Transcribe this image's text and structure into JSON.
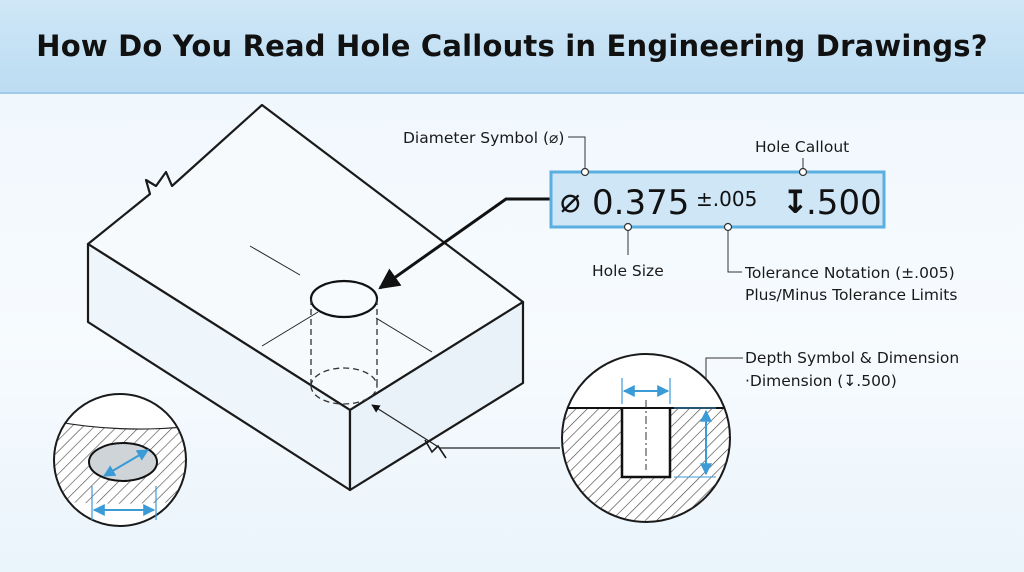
{
  "title": "How Do You Read Hole Callouts in Engineering Drawings?",
  "callout": {
    "diameter_symbol": "⌀",
    "size": "0.375",
    "tolerance": "±.005",
    "depth_symbol": "↧",
    "depth": ".500"
  },
  "labels": {
    "diameter_symbol": "Diameter Symbol (⌀)",
    "hole_callout": "Hole Callout",
    "hole_size": "Hole Size",
    "tolerance_line1": "Tolerance Notation (±.005)",
    "tolerance_line2": "Plus/Minus Tolerance Limits",
    "depth_line1": "Depth Symbol & Dimension",
    "depth_line2": "·Dimension (↧.500)"
  },
  "colors": {
    "title_band": "#bcdcf2",
    "callout_box_fill": "#cfe6f7",
    "callout_box_border": "#5aaee0",
    "dimension_accent": "#3b9bd6",
    "line_art": "#1a1a1a"
  }
}
